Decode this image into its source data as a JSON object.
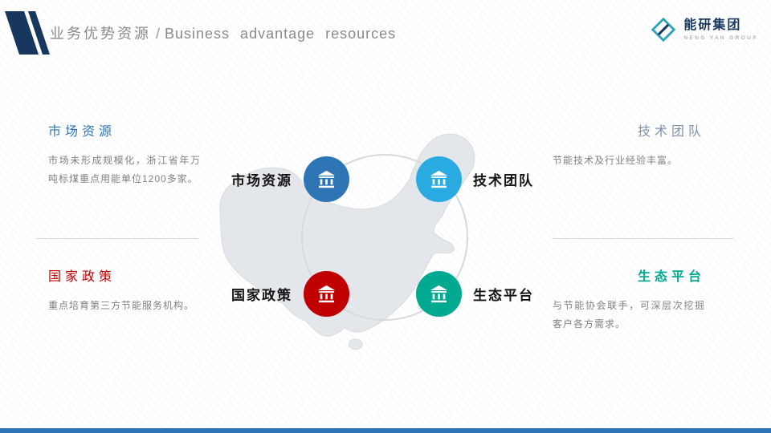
{
  "header": {
    "title_zh": "业务优势资源",
    "title_divider": "/",
    "title_en": "Business advantage resources"
  },
  "logo": {
    "company_zh": "能研集团",
    "company_en": "NENG YAN GROUP",
    "teal": "#2fa3b8",
    "navy": "#17375e"
  },
  "sections": {
    "market": {
      "heading": "市场资源",
      "body": "市场未形成规模化，浙江省年万吨标煤重点用能单位1200多家。",
      "accent": "#2e75b6"
    },
    "policy": {
      "heading": "国家政策",
      "body": "重点培育第三方节能服务机构。",
      "accent": "#c00000"
    },
    "team": {
      "heading": "技术团队",
      "body": "节能技术及行业经验丰富。",
      "accent": "#7e93a9"
    },
    "platform": {
      "heading": "生态平台",
      "body": "与节能协会联手，可深层次挖掘客户各方需求。",
      "accent": "#00a98f"
    }
  },
  "diagram": {
    "nodes": [
      {
        "label": "市场资源",
        "color": "#2e75b6",
        "icon": "bank-icon",
        "position": "top-left"
      },
      {
        "label": "技术团队",
        "color": "#29abe2",
        "icon": "bank-icon",
        "position": "top-right"
      },
      {
        "label": "国家政策",
        "color": "#c00000",
        "icon": "bank-icon",
        "position": "bottom-left"
      },
      {
        "label": "生态平台",
        "color": "#00a98f",
        "icon": "bank-icon",
        "position": "bottom-right"
      }
    ]
  },
  "footer": {
    "bar_color": "#2e75b6"
  }
}
